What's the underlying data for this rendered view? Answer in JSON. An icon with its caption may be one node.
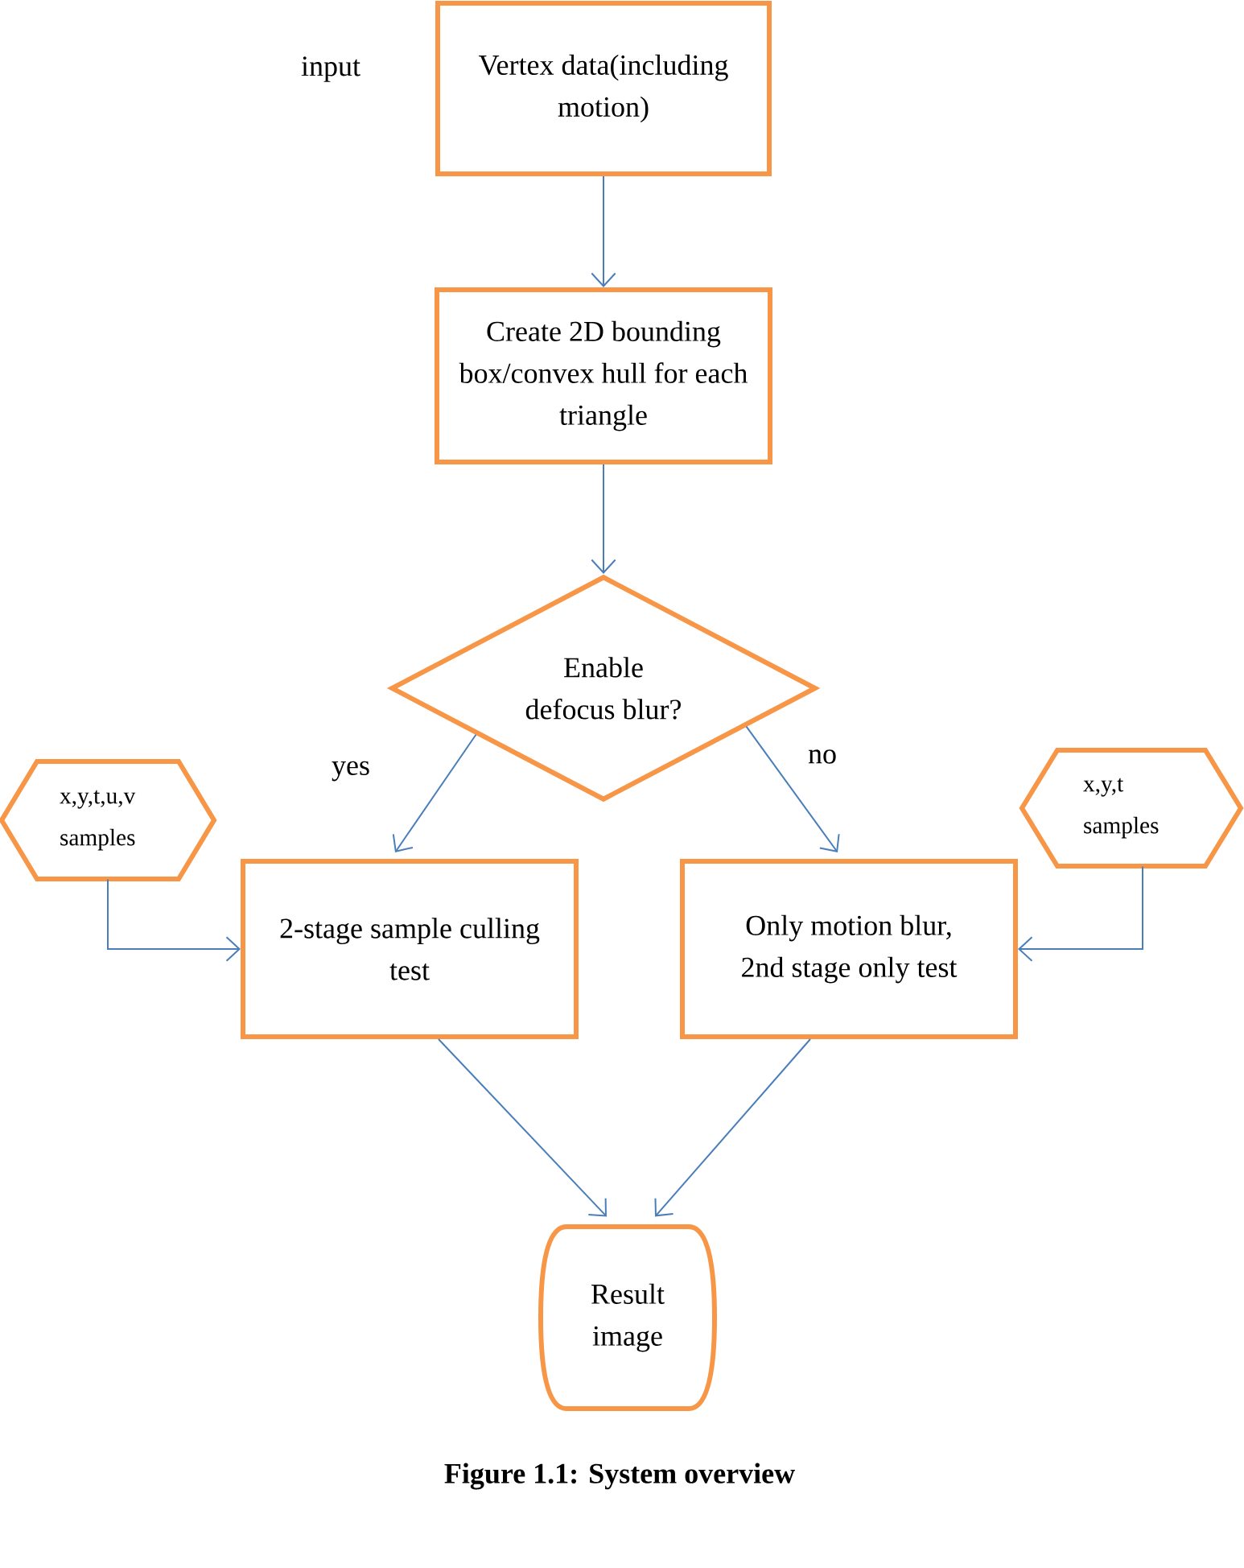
{
  "diagram": {
    "caption": "Figure 1.1: System overview",
    "nodes": [
      {
        "text": [
          "Vertex data(including motion)"
        ],
        "beside": [
          "input"
        ]
      },
      {
        "text": [
          "Create 2D bounding box/convex hull for each triangle"
        ]
      },
      {
        "text": [
          "Enable defocus blur?"
        ]
      },
      {
        "text": [
          "x,y,t,u,v samples"
        ]
      },
      {
        "text": [
          "2-stage sample culling test"
        ]
      },
      {
        "text": [
          "Only motion blur, 2nd stage only test"
        ]
      },
      {
        "text": [
          "x,y,t samples"
        ]
      },
      {
        "text": [
          "Result image"
        ]
      }
    ],
    "edges": [
      {
        "from": 0,
        "to": 1,
        "arrow": "to"
      },
      {
        "from": 1,
        "to": 2,
        "arrow": "to"
      },
      {
        "from": 2,
        "to": 4,
        "arrow": "to",
        "label": "yes"
      },
      {
        "from": 2,
        "to": 5,
        "arrow": "to",
        "label": "no"
      },
      {
        "from": 3,
        "to": 4,
        "arrow": "to"
      },
      {
        "from": 6,
        "to": 5,
        "arrow": "to"
      },
      {
        "from": 4,
        "to": 7,
        "arrow": "to"
      },
      {
        "from": 5,
        "to": 7,
        "arrow": "to"
      }
    ]
  }
}
